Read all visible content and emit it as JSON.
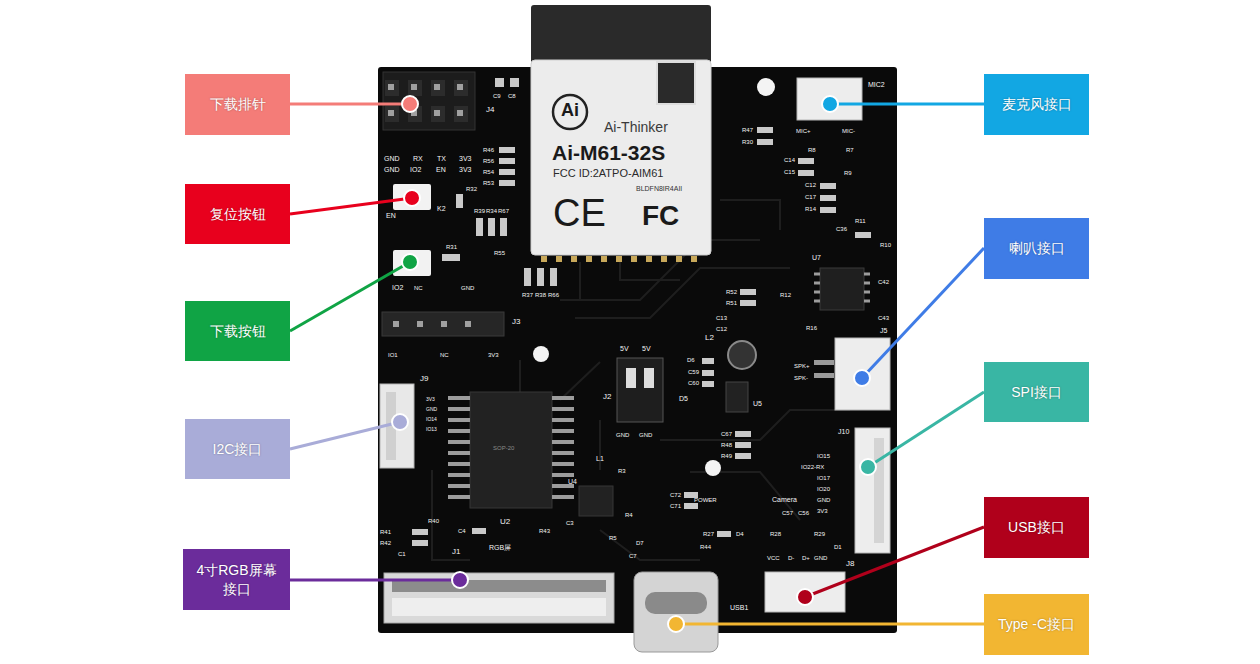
{
  "diagram": {
    "nodes": [
      {
        "text": [
          "下载排针"
        ]
      },
      {
        "text": [
          "复位按钮"
        ]
      },
      {
        "text": [
          "下载按钮"
        ]
      },
      {
        "text": [
          "I2C接口"
        ]
      },
      {
        "text": [
          "4寸RGB屏幕 接口"
        ]
      },
      {
        "text": [
          "麦克风接口"
        ]
      },
      {
        "text": [
          "喇叭接口"
        ]
      },
      {
        "text": [
          "SPI接口"
        ]
      },
      {
        "text": [
          "USB接口"
        ]
      },
      {
        "text": [
          "Type -C接口"
        ]
      }
    ],
    "labels": [
      "Ai",
      "Ai-Thinker",
      "Ai-M61-32S",
      "FCC ID:2ATPO-AIM61",
      "BLDFN8IR4AII",
      "CE",
      "FC",
      "J4",
      "C9",
      "C8",
      "GND",
      "RX",
      "TX",
      "3V3",
      "GND",
      "IO2",
      "EN",
      "3V3",
      "R46",
      "R56",
      "R54",
      "R53",
      "EN",
      "K2",
      "R32",
      "R39",
      "R34",
      "R67",
      "R55",
      "R31",
      "IO2",
      "R37",
      "R38",
      "R66",
      "NC",
      "GND",
      "J3",
      "IO1",
      "NC",
      "3V3",
      "J9",
      "3V3",
      "GND",
      "IO14",
      "IO13",
      "SOP-20",
      "U2",
      "R40",
      "C4",
      "R41",
      "R42",
      "C1",
      "J1",
      "RGB屏",
      "R43",
      "L1",
      "U4",
      "R3",
      "C3",
      "R4",
      "R5",
      "D7",
      "C7",
      "5V",
      "5V",
      "J2",
      "GND",
      "GND",
      "D6",
      "C59",
      "C60",
      "D5",
      "L2",
      "U5",
      "R52",
      "R51",
      "C13",
      "C12",
      "C67",
      "R48",
      "R49",
      "POWER",
      "C72",
      "C71",
      "R27",
      "R44",
      "D4",
      "Camera",
      "C57",
      "C56",
      "R28",
      "R29",
      "D1",
      "VCC",
      "D-",
      "D+",
      "GND",
      "J8",
      "USB1",
      "MIC2",
      "MIC+",
      "MIC-",
      "R47",
      "R30",
      "R8",
      "R7",
      "C14",
      "C15",
      "R9",
      "C12",
      "C17",
      "R14",
      "R11",
      "C36",
      "R10",
      "U7",
      "R12",
      "C42",
      "C43",
      "R16",
      "J5",
      "SPK+",
      "SPK-",
      "J10",
      "IO15",
      "IO22-RX",
      "IO17",
      "IO20",
      "GND",
      "3V3"
    ]
  }
}
